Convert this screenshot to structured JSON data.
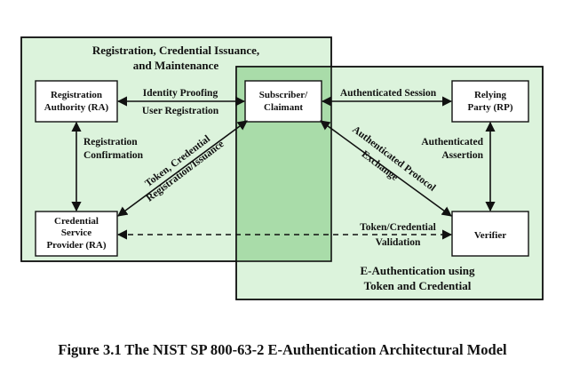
{
  "regions": {
    "left": {
      "title_line1": "Registration, Credential Issuance,",
      "title_line2": "and Maintenance",
      "fill": "#dcf3dc"
    },
    "right": {
      "title_line1": "E-Authentication using",
      "title_line2": "Token and Credential",
      "fill": "#dcf3dc"
    },
    "overlap_fill": "#a9dca9"
  },
  "nodes": {
    "ra": {
      "line1": "Registration",
      "line2": "Authority (RA)"
    },
    "subscriber": {
      "line1": "Subscriber/",
      "line2": "Claimant"
    },
    "rp": {
      "line1": "Relying",
      "line2": "Party (RP)"
    },
    "csp": {
      "line1": "Credential",
      "line2": "Service",
      "line3": "Provider (RA)"
    },
    "verifier": {
      "line1": "Verifier"
    }
  },
  "edges": {
    "identity_proofing": {
      "line1": "Identity Proofing",
      "line2": "User Registration"
    },
    "authenticated_session": {
      "line1": "Authenticated Session"
    },
    "registration_confirmation": {
      "line1": "Registration",
      "line2": "Confirmation"
    },
    "authenticated_assertion": {
      "line1": "Authenticated",
      "line2": "Assertion"
    },
    "token_credential_registration": {
      "line1": "Token, Credential",
      "line2": "Registration/Issuance"
    },
    "authenticated_protocol": {
      "line1": "Authenticated Protocol",
      "line2": "Exchange"
    },
    "token_validation": {
      "line1": "Token/Credential",
      "line2": "Validation"
    }
  },
  "caption": "Figure 3.1  The NIST SP 800-63-2 E-Authentication Architectural Model",
  "colors": {
    "background": "#ffffff",
    "line": "#111111"
  }
}
